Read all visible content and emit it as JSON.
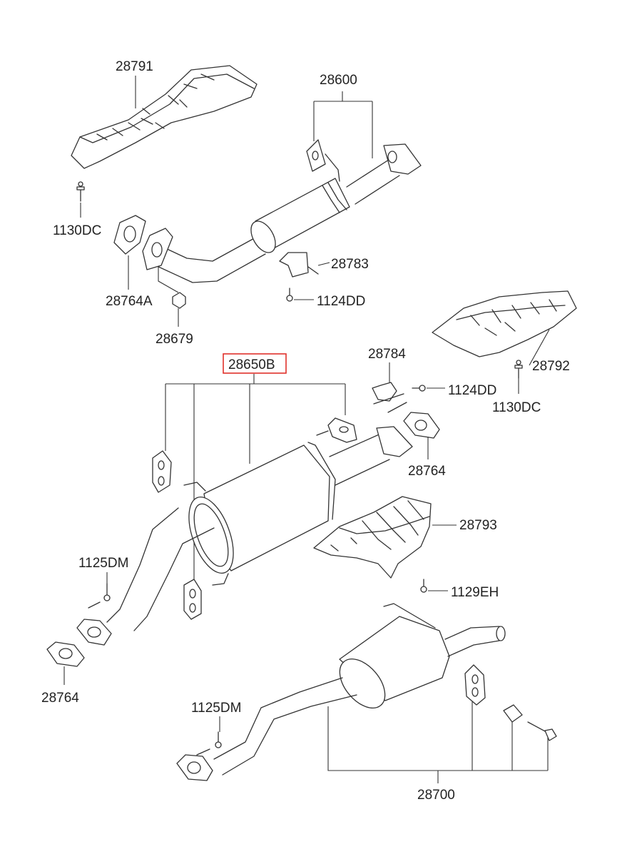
{
  "labels": {
    "p28791": "28791",
    "p28600": "28600",
    "p1130dc_a": "1130DC",
    "p28764a": "28764A",
    "p28679": "28679",
    "p28783": "28783",
    "p1124dd_a": "1124DD",
    "p28650b": "28650B",
    "p28784": "28784",
    "p1124dd_b": "1124DD",
    "p28792": "28792",
    "p1130dc_b": "1130DC",
    "p28764_a": "28764",
    "p28793": "28793",
    "p1125dm_a": "1125DM",
    "p1129eh": "1129EH",
    "p28764_b": "28764",
    "p1125dm_b": "1125DM",
    "p28700": "28700"
  },
  "highlight": {
    "part": "28650B",
    "color": "#e0312b"
  }
}
